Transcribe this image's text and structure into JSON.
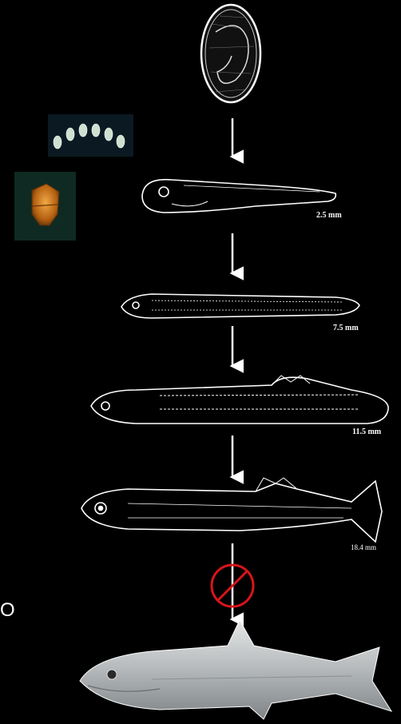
{
  "stage_labels": {
    "larva_1": "2.5 mm",
    "larva_2": "7.5 mm",
    "larva_3": "11.5 mm",
    "larva_4": "18.4 mm"
  },
  "edge_text": "O",
  "colors": {
    "background": "#000000",
    "line_art": "#ffffff",
    "prohibition": "#d9141b",
    "dinoflagellate": "#c9751a",
    "adult_body": "#b9bcbd"
  },
  "icons": {
    "egg": "fish-egg-icon",
    "chain": "diatom-chain-icon",
    "dino": "dinoflagellate-icon",
    "no": "prohibition-icon",
    "adult": "adult-fish-icon"
  }
}
